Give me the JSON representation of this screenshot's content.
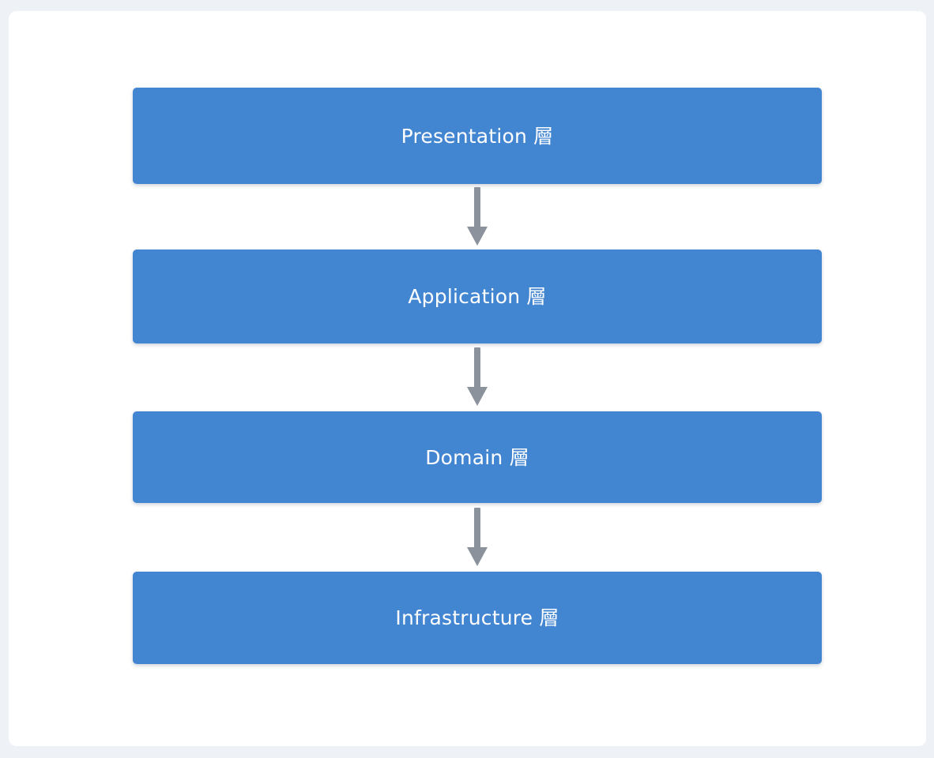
{
  "canvas": {
    "background_color": "#eef1f5",
    "card_background_color": "#ffffff"
  },
  "diagram": {
    "type": "flowchart-vertical",
    "title": "",
    "node_fill_color": "#4285d1",
    "node_text_color": "#ffffff",
    "arrow_color": "#8b929c",
    "nodes": [
      {
        "id": "presentation",
        "label": "Presentation 層"
      },
      {
        "id": "application",
        "label": "Application 層"
      },
      {
        "id": "domain",
        "label": "Domain 層"
      },
      {
        "id": "infrastructure",
        "label": "Infrastructure 層"
      }
    ],
    "edges": [
      {
        "id": "edge-1",
        "from": "presentation",
        "to": "application",
        "label": "",
        "marker": "arrow-down-icon"
      },
      {
        "id": "edge-2",
        "from": "application",
        "to": "domain",
        "label": "",
        "marker": "arrow-down-icon"
      },
      {
        "id": "edge-3",
        "from": "domain",
        "to": "infrastructure",
        "label": "",
        "marker": "arrow-down-icon"
      }
    ]
  }
}
